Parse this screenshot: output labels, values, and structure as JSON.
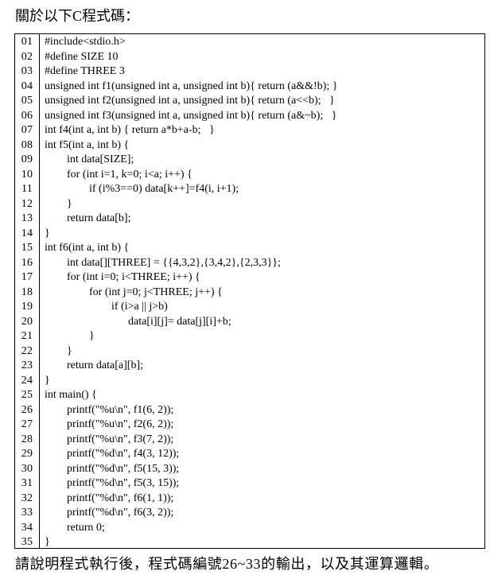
{
  "heading": "關於以下C程式碼：",
  "footer": "請說明程式執行後，程式碼編號26~33的輸出，以及其運算邏輯。",
  "code_lines": [
    {
      "num": "01",
      "text": "#include<stdio.h>"
    },
    {
      "num": "02",
      "text": "#define SIZE 10"
    },
    {
      "num": "03",
      "text": "#define THREE 3"
    },
    {
      "num": "04",
      "text": "unsigned int f1(unsigned int a, unsigned int b){ return (a&&!b); }"
    },
    {
      "num": "05",
      "text": "unsigned int f2(unsigned int a, unsigned int b){ return (a<<b);   }"
    },
    {
      "num": "06",
      "text": "unsigned int f3(unsigned int a, unsigned int b){ return (a&~b);   }"
    },
    {
      "num": "07",
      "text": "int f4(int a, int b) { return a*b+a-b;   }"
    },
    {
      "num": "08",
      "text": "int f5(int a, int b) {"
    },
    {
      "num": "09",
      "text": "        int data[SIZE];"
    },
    {
      "num": "10",
      "text": "        for (int i=1, k=0; i<a; i++) {"
    },
    {
      "num": "11",
      "text": "                if (i%3==0) data[k++]=f4(i, i+1);"
    },
    {
      "num": "12",
      "text": "        }"
    },
    {
      "num": "13",
      "text": "        return data[b];"
    },
    {
      "num": "14",
      "text": "}"
    },
    {
      "num": "15",
      "text": "int f6(int a, int b) {"
    },
    {
      "num": "16",
      "text": "        int data[][THREE] = {{4,3,2},{3,4,2},{2,3,3}};"
    },
    {
      "num": "17",
      "text": "        for (int i=0; i<THREE; i++) {"
    },
    {
      "num": "18",
      "text": "                for (int j=0; j<THREE; j++) {"
    },
    {
      "num": "19",
      "text": "                        if (i>a || j>b)"
    },
    {
      "num": "20",
      "text": "                              data[i][j]= data[j][i]+b;"
    },
    {
      "num": "21",
      "text": "                }"
    },
    {
      "num": "22",
      "text": "        }"
    },
    {
      "num": "23",
      "text": "        return data[a][b];"
    },
    {
      "num": "24",
      "text": "}"
    },
    {
      "num": "25",
      "text": "int main() {"
    },
    {
      "num": "26",
      "text": "        printf(\"%u\\n\", f1(6, 2));"
    },
    {
      "num": "27",
      "text": "        printf(\"%u\\n\", f2(6, 2));"
    },
    {
      "num": "28",
      "text": "        printf(\"%u\\n\", f3(7, 2));"
    },
    {
      "num": "29",
      "text": "        printf(\"%d\\n\", f4(3, 12));"
    },
    {
      "num": "30",
      "text": "        printf(\"%d\\n\", f5(15, 3));"
    },
    {
      "num": "31",
      "text": "        printf(\"%d\\n\", f5(3, 15));"
    },
    {
      "num": "32",
      "text": "        printf(\"%d\\n\", f6(1, 1));"
    },
    {
      "num": "33",
      "text": "        printf(\"%d\\n\", f6(3, 2));"
    },
    {
      "num": "34",
      "text": "        return 0;"
    },
    {
      "num": "35",
      "text": "}"
    }
  ]
}
